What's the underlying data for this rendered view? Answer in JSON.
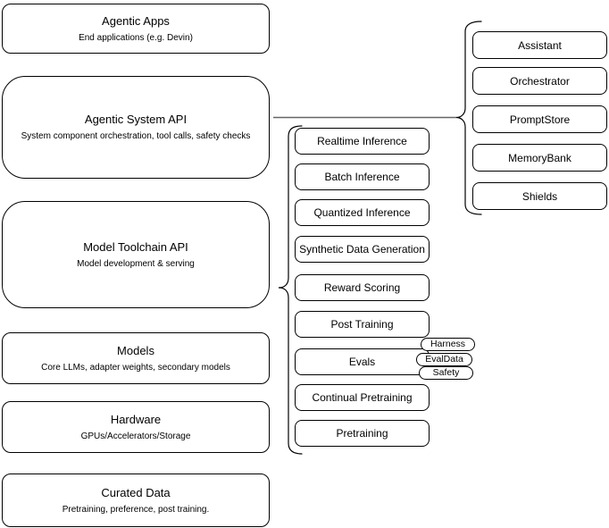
{
  "diagram": {
    "stack": [
      {
        "title": "Agentic Apps",
        "subtitle": "End applications (e.g. Devin)"
      },
      {
        "title": "Agentic System API",
        "subtitle": "System component orchestration, tool calls, safety checks"
      },
      {
        "title": "Model Toolchain API",
        "subtitle": "Model development & serving"
      },
      {
        "title": "Models",
        "subtitle": "Core LLMs, adapter weights, secondary models"
      },
      {
        "title": "Hardware",
        "subtitle": "GPUs/Accelerators/Storage"
      },
      {
        "title": "Curated Data",
        "subtitle": "Pretraining, preference, post training."
      }
    ],
    "toolchain": {
      "items": [
        "Realtime Inference",
        "Batch Inference",
        "Quantized Inference",
        "Synthetic Data Generation",
        "Reward Scoring",
        "Post Training",
        "Evals",
        "Continual Pretraining",
        "Pretraining"
      ],
      "evals_tags": [
        "Harness",
        "EvalData",
        "Safety"
      ]
    },
    "system_components": [
      "Assistant",
      "Orchestrator",
      "PromptStore",
      "MemoryBank",
      "Shields"
    ],
    "colors": {
      "node_border": "#000000",
      "node_fill": "#ffffff",
      "text": "#000000",
      "connector": "#666666",
      "background": "#ffffff"
    }
  }
}
